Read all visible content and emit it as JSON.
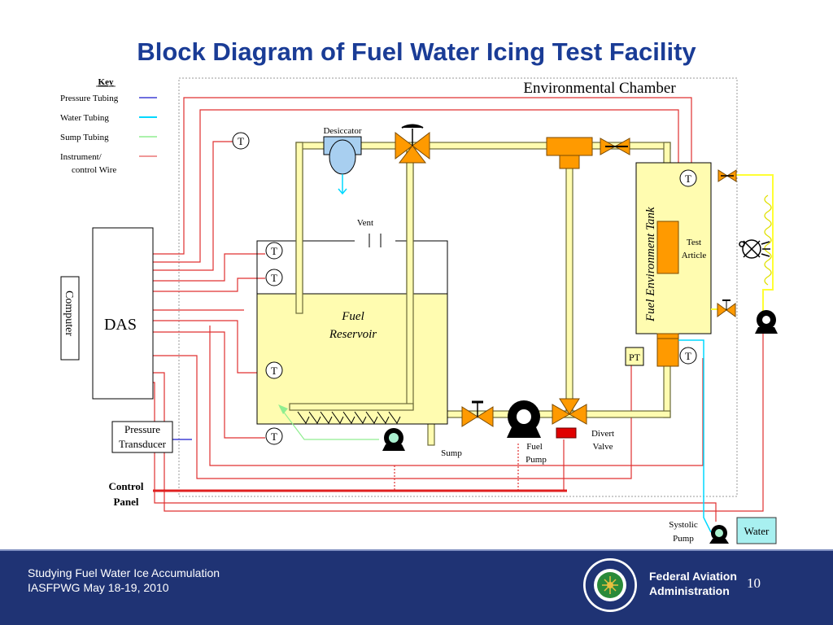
{
  "title": "Block Diagram of Fuel Water Icing Test Facility",
  "key": {
    "heading": "Key",
    "items": [
      {
        "label": "Pressure Tubing",
        "color": "#1a1acc"
      },
      {
        "label": "Water Tubing",
        "color": "#00d8ff"
      },
      {
        "label": "Sump Tubing",
        "color": "#7fe07f"
      },
      {
        "label": "Instrument/",
        "label2": "control Wire",
        "color": "#e03030"
      }
    ]
  },
  "labels": {
    "chamber": "Environmental Chamber",
    "desiccator": "Desiccator",
    "vent": "Vent",
    "fuel": "Fuel",
    "reservoir": "Reservoir",
    "fuel_tank": "Fuel Environment Tank",
    "test": "Test",
    "article": "Article",
    "das": "DAS",
    "computer": "Computer",
    "pressure": "Pressure",
    "transducer": "Transducer",
    "control": "Control",
    "panel": "Panel",
    "sump": "Sump",
    "fuel_pump1": "Fuel",
    "fuel_pump2": "Pump",
    "divert1": "Divert",
    "divert2": "Valve",
    "systolic1": "Systolic",
    "systolic2": "Pump",
    "water": "Water",
    "pt": "PT",
    "t": "T"
  },
  "colors": {
    "pipe_fill": "#fffcb0",
    "pipe_stroke": "#6b6b3a",
    "valve": "#ff9a00",
    "wire": "#e03030",
    "water_tube": "#00d8ff",
    "sump_tube": "#90ee90",
    "coil": "#ffff33",
    "title": "#1a3c96",
    "footer": "#1f3374"
  },
  "footer": {
    "line1": "Studying Fuel Water Ice Accumulation",
    "line2": "IASFPWG May 18-19, 2010",
    "agency1": "Federal Aviation",
    "agency2": "Administration",
    "page": "10"
  }
}
